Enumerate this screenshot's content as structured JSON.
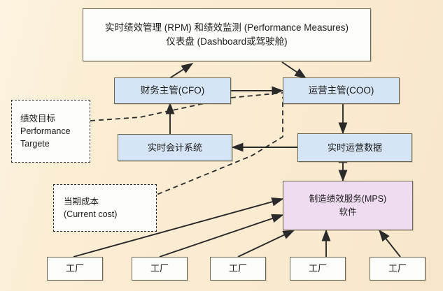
{
  "diagram": {
    "title_alt": "RPM Performance Management Architecture",
    "background_color": "#fbeed4",
    "colors": {
      "box_blue": "#d5e5f5",
      "box_pink": "#f0dcf0",
      "box_white": "#fdfdfa",
      "border": "#6d6650",
      "dashed_border": "#2a2a2a",
      "arrow": "#2a2a2a"
    },
    "nodes": {
      "dashboard": {
        "line1": "实时绩效管理 (RPM) 和绩效监测 (Performance  Measures)",
        "line2": "仪表盘 (Dashboard或驾驶舱)",
        "fill": "white"
      },
      "cfo": {
        "label": "财务主管(CFO)",
        "fill": "blue"
      },
      "coo": {
        "label": "运营主管(COO)",
        "fill": "blue"
      },
      "accounting": {
        "label": "实时会计系统",
        "fill": "blue"
      },
      "operations_data": {
        "label": "实时运营数据",
        "fill": "blue"
      },
      "mps": {
        "line1": "制造绩效服务(MPS)",
        "line2": "软件",
        "fill": "pink"
      },
      "performance_target": {
        "line1": "绩效目标",
        "line2": "Performance",
        "line3": "Targete",
        "style": "dashed"
      },
      "current_cost": {
        "line1": "当期成本",
        "line2": "(Current cost)",
        "style": "dashed"
      },
      "factories": [
        {
          "label": "工厂"
        },
        {
          "label": "工厂"
        },
        {
          "label": "工厂"
        },
        {
          "label": "工厂"
        },
        {
          "label": "工厂"
        }
      ]
    },
    "edges": [
      {
        "from": "cfo",
        "to": "dashboard",
        "style": "solid",
        "arrow": "single"
      },
      {
        "from": "dashboard",
        "to": "coo",
        "style": "solid",
        "arrow": "single"
      },
      {
        "from": "cfo",
        "to": "coo",
        "style": "solid",
        "arrow": "single"
      },
      {
        "from": "performance_target",
        "to": "coo",
        "style": "dashed",
        "arrow": "none"
      },
      {
        "from": "accounting",
        "to": "cfo",
        "style": "solid",
        "arrow": "single"
      },
      {
        "from": "coo",
        "to": "operations_data",
        "style": "solid",
        "arrow": "single"
      },
      {
        "from": "operations_data",
        "to": "accounting",
        "style": "solid",
        "arrow": "single"
      },
      {
        "from": "current_cost",
        "to": "coo",
        "style": "dashed",
        "arrow": "none"
      },
      {
        "from": "operations_data",
        "to": "mps",
        "style": "solid",
        "arrow": "double"
      },
      {
        "from": "factory_1",
        "to": "mps",
        "style": "solid",
        "arrow": "single"
      },
      {
        "from": "factory_2",
        "to": "mps",
        "style": "solid",
        "arrow": "single"
      },
      {
        "from": "factory_3",
        "to": "mps",
        "style": "solid",
        "arrow": "single"
      },
      {
        "from": "factory_4",
        "to": "mps",
        "style": "solid",
        "arrow": "single"
      },
      {
        "from": "factory_5",
        "to": "mps",
        "style": "solid",
        "arrow": "single"
      }
    ]
  }
}
